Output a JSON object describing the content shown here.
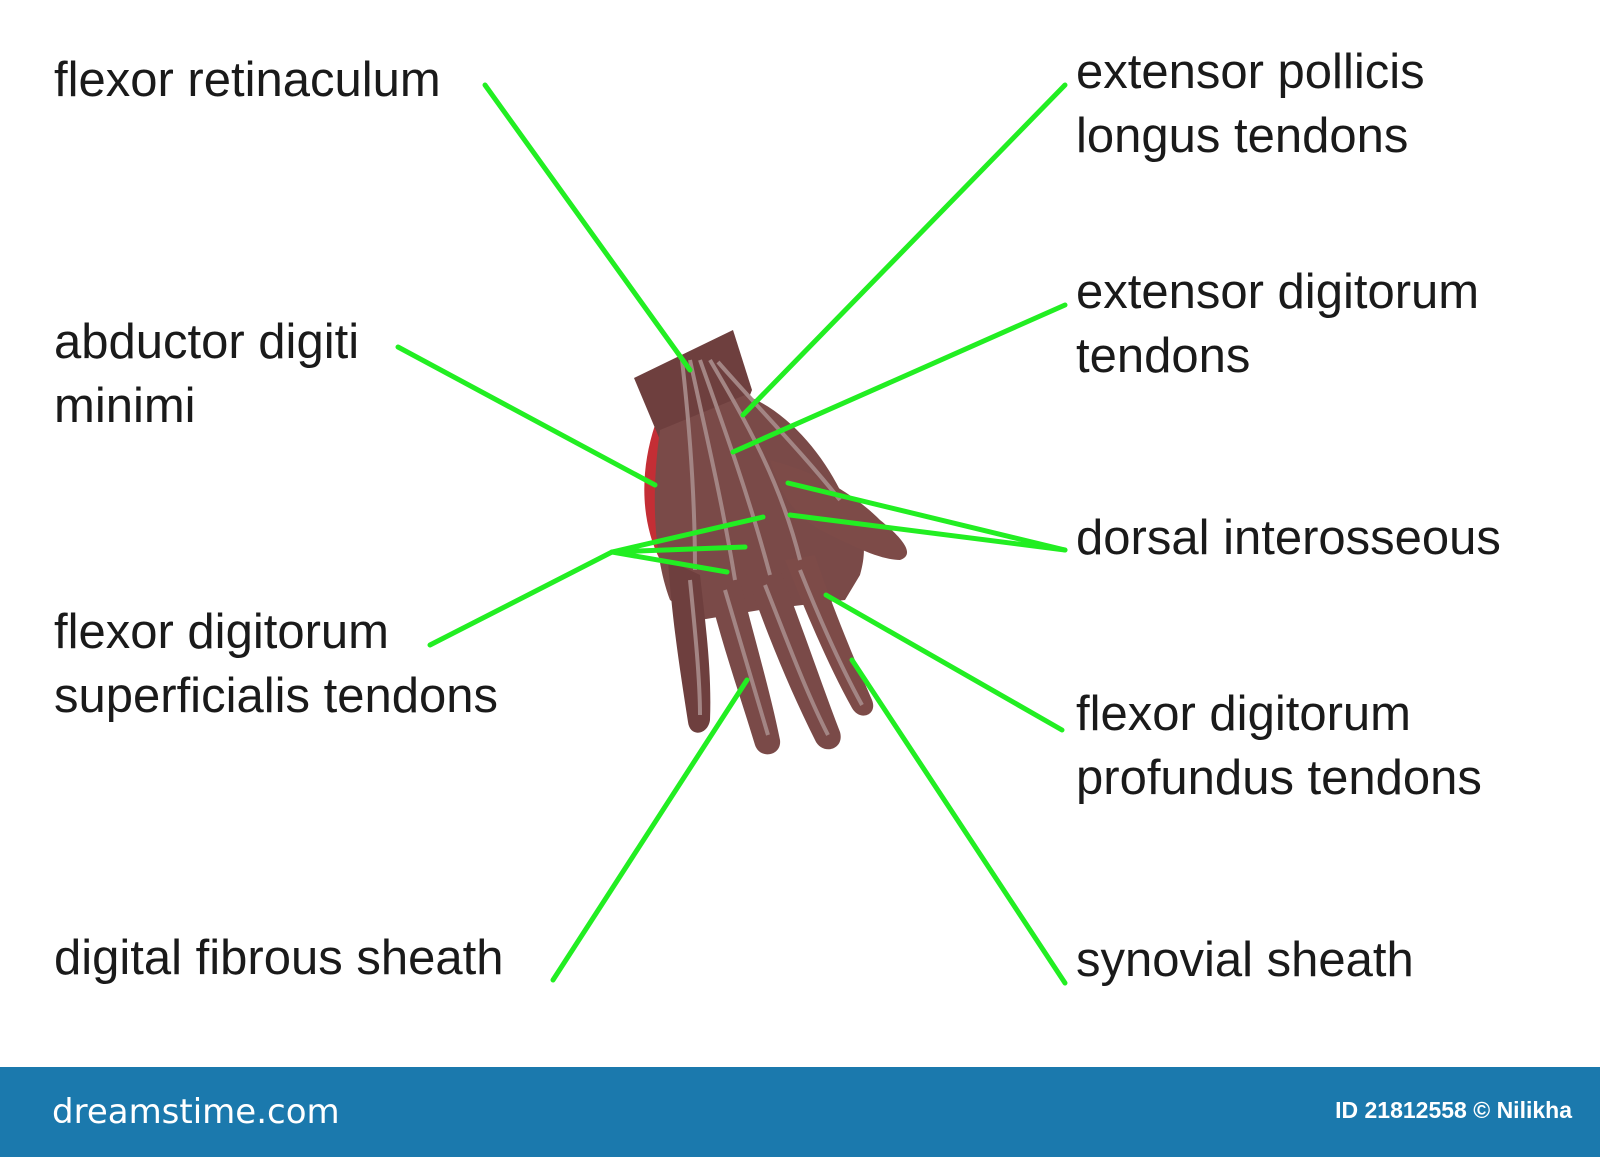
{
  "colors": {
    "leader_line": "#22ee22",
    "footer_bg": "#1b79ad",
    "label_text": "#1a1a1a",
    "hand_skin": "#7a4a48",
    "hand_muscle": "#c42e35"
  },
  "labels": {
    "flexor_retinaculum": [
      "flexor retinaculum"
    ],
    "abductor_digiti_minimi": [
      "abductor digiti",
      "minimi"
    ],
    "flexor_digitorum_superficialis": [
      "flexor digitorum",
      "superficialis tendons"
    ],
    "digital_fibrous_sheath": [
      "digital fibrous sheath"
    ],
    "extensor_pollicis_longus": [
      "extensor pollicis",
      "longus tendons"
    ],
    "extensor_digitorum": [
      "extensor digitorum",
      "tendons"
    ],
    "dorsal_interosseous": [
      "dorsal interosseous"
    ],
    "flexor_digitorum_profundus": [
      "flexor digitorum",
      "profundus tendons"
    ],
    "synovial_sheath": [
      "synovial sheath"
    ]
  },
  "footer": {
    "site": "dreamstime.com",
    "credit": "ID 21812558 © Nilikha"
  }
}
